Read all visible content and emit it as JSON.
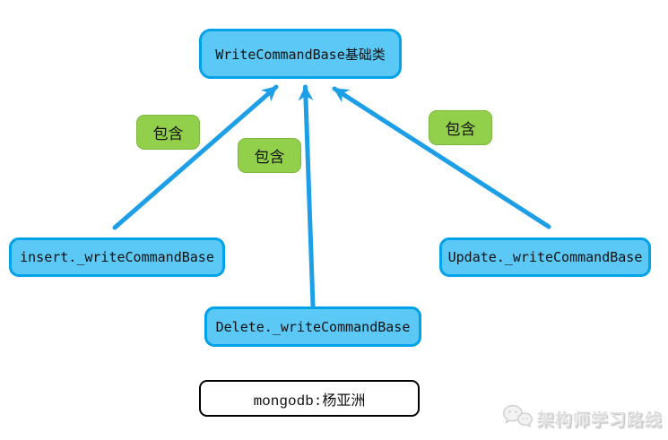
{
  "diagram": {
    "base_node": {
      "label": "WriteCommandBase基础类"
    },
    "nodes": [
      {
        "id": "insert",
        "label": "insert._writeCommandBase"
      },
      {
        "id": "delete",
        "label": "Delete._writeCommandBase"
      },
      {
        "id": "update",
        "label": "Update._writeCommandBase"
      }
    ],
    "edges": [
      {
        "from": "insert",
        "to": "base",
        "label": "包含"
      },
      {
        "from": "delete",
        "to": "base",
        "label": "包含"
      },
      {
        "from": "update",
        "to": "base",
        "label": "包含"
      }
    ],
    "caption": {
      "label": "mongodb:杨亚洲"
    },
    "watermark": {
      "icon": "chat-bubbles-icon",
      "text": "架构师学习路线"
    }
  },
  "colors": {
    "node_fill": "#5bc8f5",
    "node_border": "#00a2e9",
    "label_fill": "#92d04c",
    "label_border": "#7cb83d",
    "arrow": "#1d9fe8",
    "caption_border": "#000000",
    "watermark": "#dedede",
    "background": "#ffffff"
  }
}
